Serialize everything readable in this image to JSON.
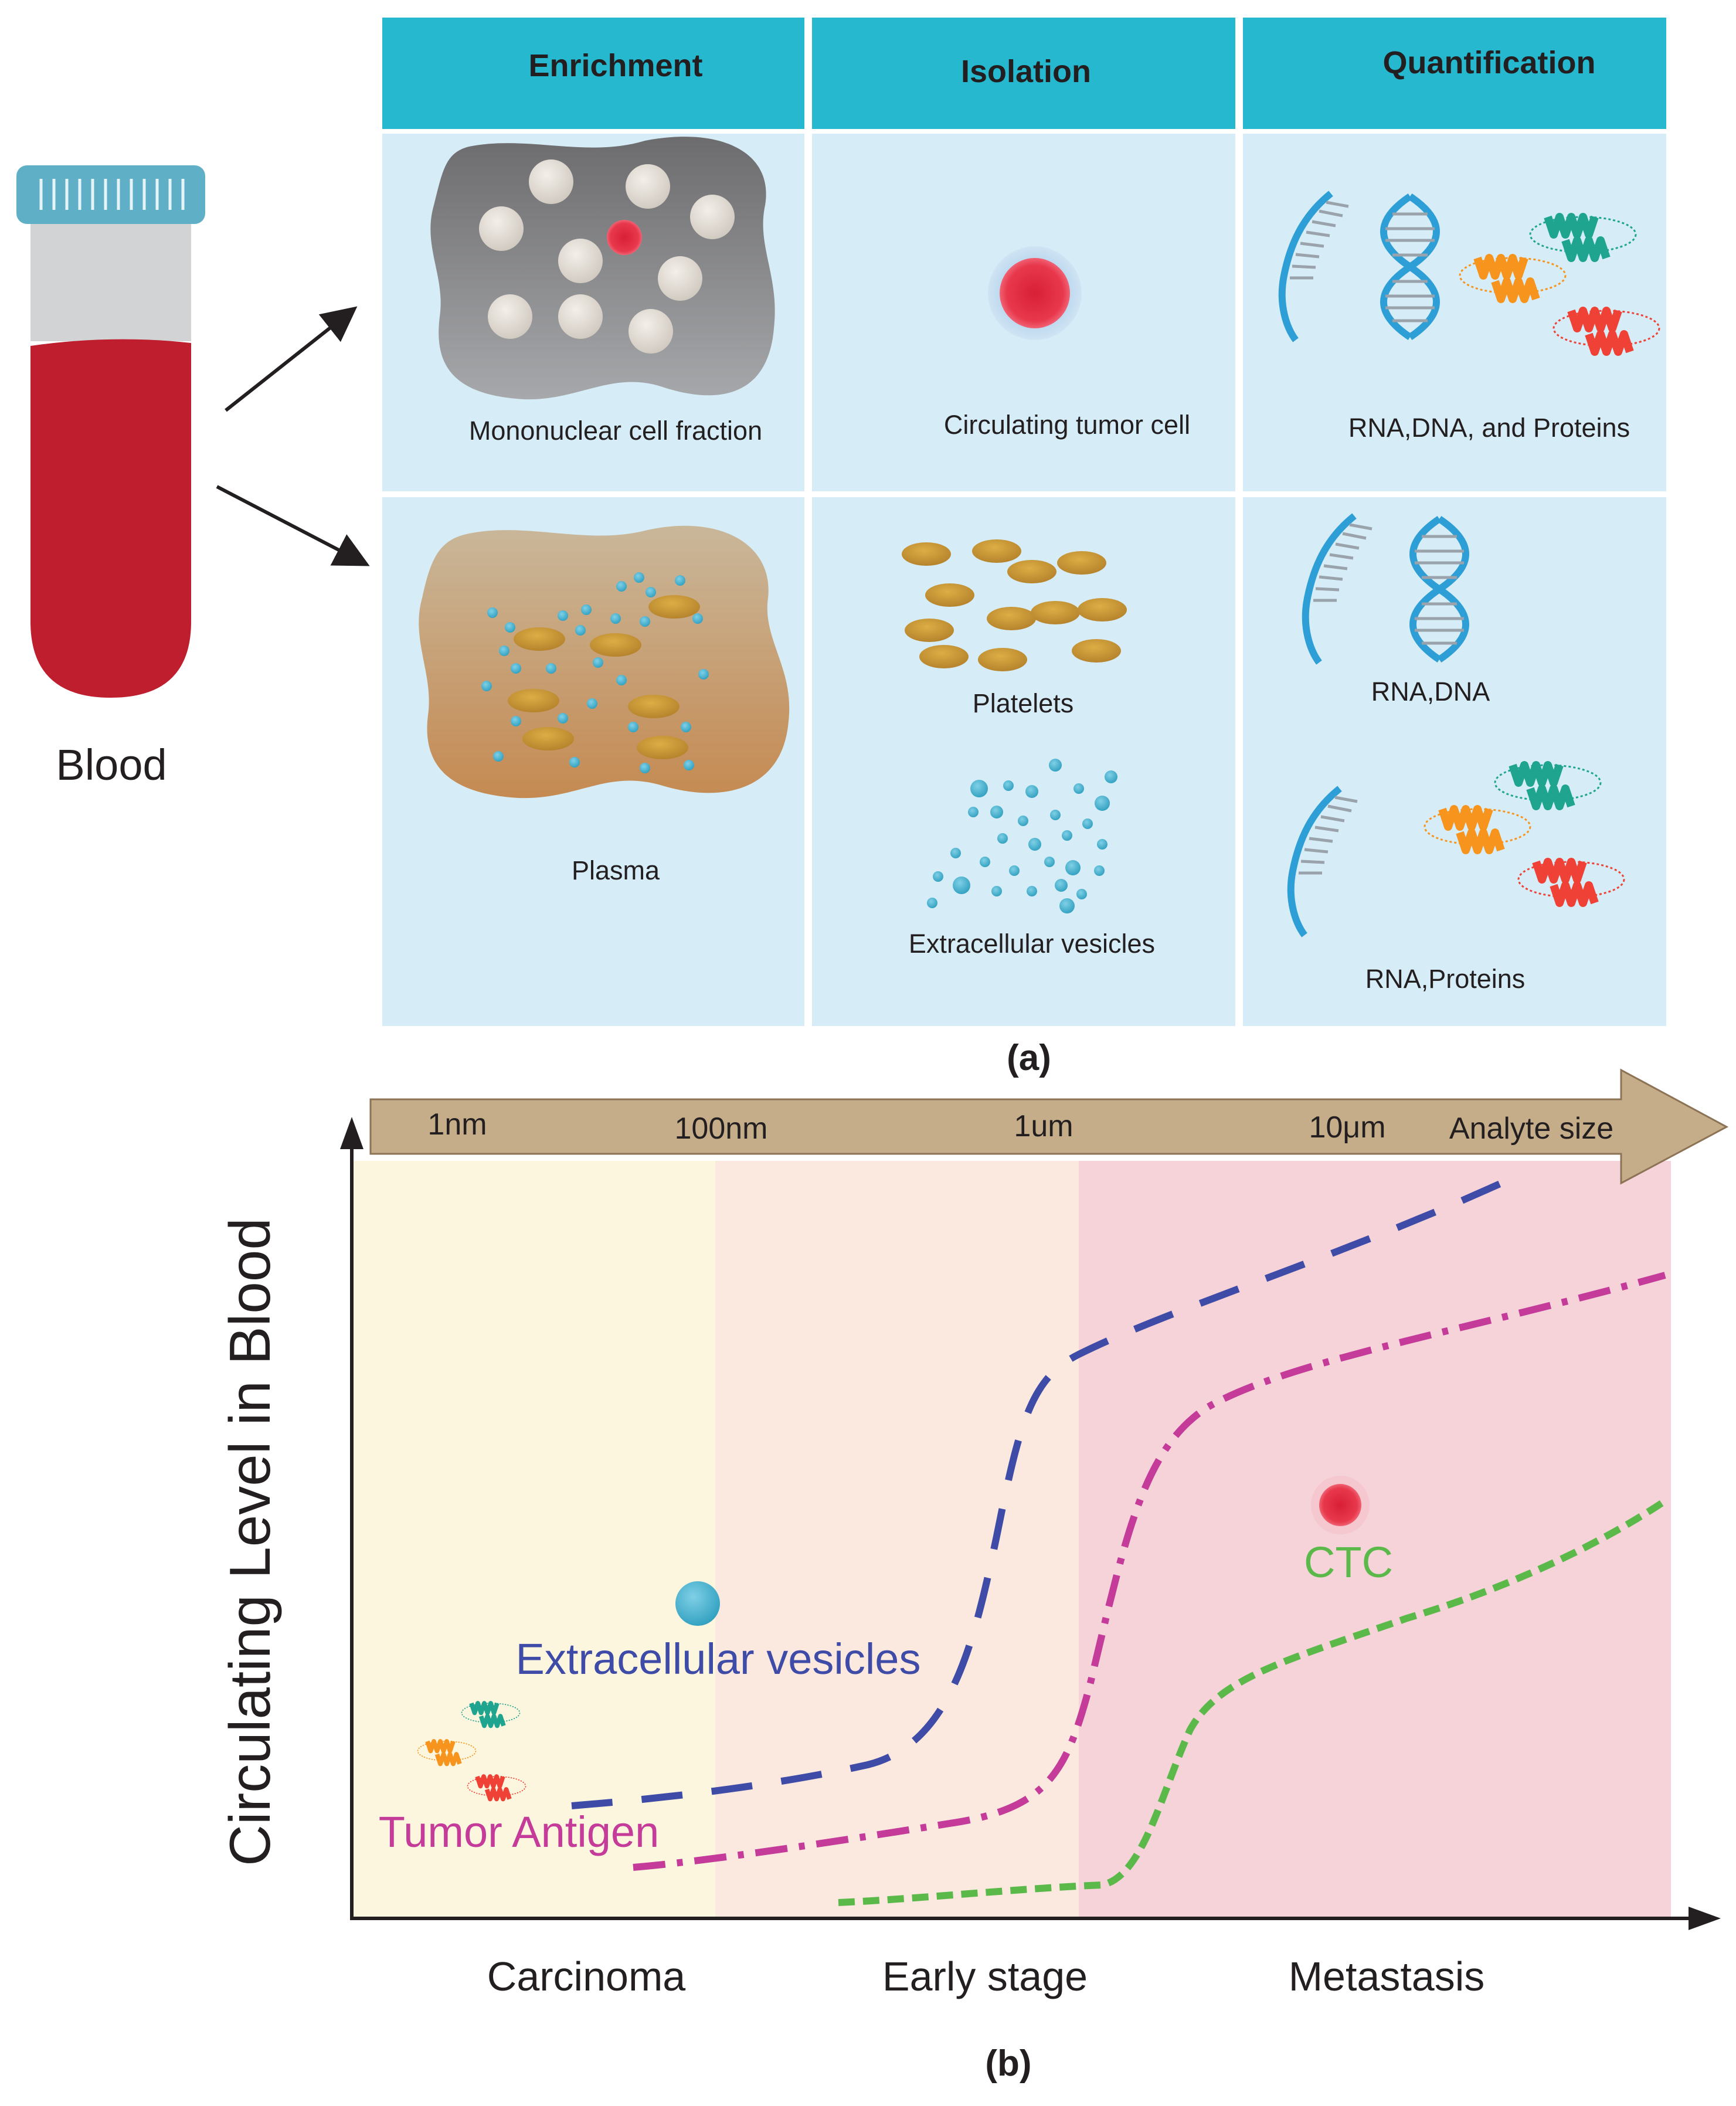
{
  "panel_a": {
    "label": "(a)",
    "blood_label": "Blood",
    "headers": [
      "Enrichment",
      "Isolation",
      "Quantification"
    ],
    "cells": {
      "mononuclear": "Mononuclear cell fraction",
      "ctc": "Circulating tumor cell",
      "rna_dna_proteins": "RNA,DNA, and Proteins",
      "plasma": "Plasma",
      "platelets": "Platelets",
      "vesicles": "Extracellular vesicles",
      "rna_dna": "RNA,DNA",
      "rna_proteins": "RNA,Proteins"
    }
  },
  "panel_b": {
    "label": "(b)",
    "y_axis_label": "Circulating Level in Blood",
    "size_arrow": {
      "ticks": [
        "1nm",
        "100nm",
        "1um",
        "10μm"
      ],
      "label": "Analyte size"
    },
    "stages": [
      "Carcinoma",
      "Early stage",
      "Metastasis"
    ],
    "annotations": {
      "extracellular_vesicles": "Extracellular vesicles",
      "ctc": "CTC",
      "tumor_antigen": "Tumor Antigen"
    }
  },
  "colors": {
    "header_teal": "#26b8cf",
    "cell_bg": "#d6edf7",
    "blood_red": "#be1e2d",
    "tube_cap": "#5fb0c7",
    "platelet": "#c8962e",
    "vesicle_blue": "#4fb3cf",
    "ctc_red": "#e0283e",
    "zone_carcinoma": "#fdf6df",
    "zone_early": "#fbe9df",
    "zone_metastasis": "#f5d3d9",
    "size_arrow_fill": "#c6ad8a",
    "ev_curve": "#3f4ca7",
    "antigen_curve": "#c43b9a",
    "ctc_curve": "#5bb94a",
    "ev_label": "#3f4ca7",
    "antigen_label": "#c43b9a",
    "ctc_label": "#5bb94a"
  }
}
